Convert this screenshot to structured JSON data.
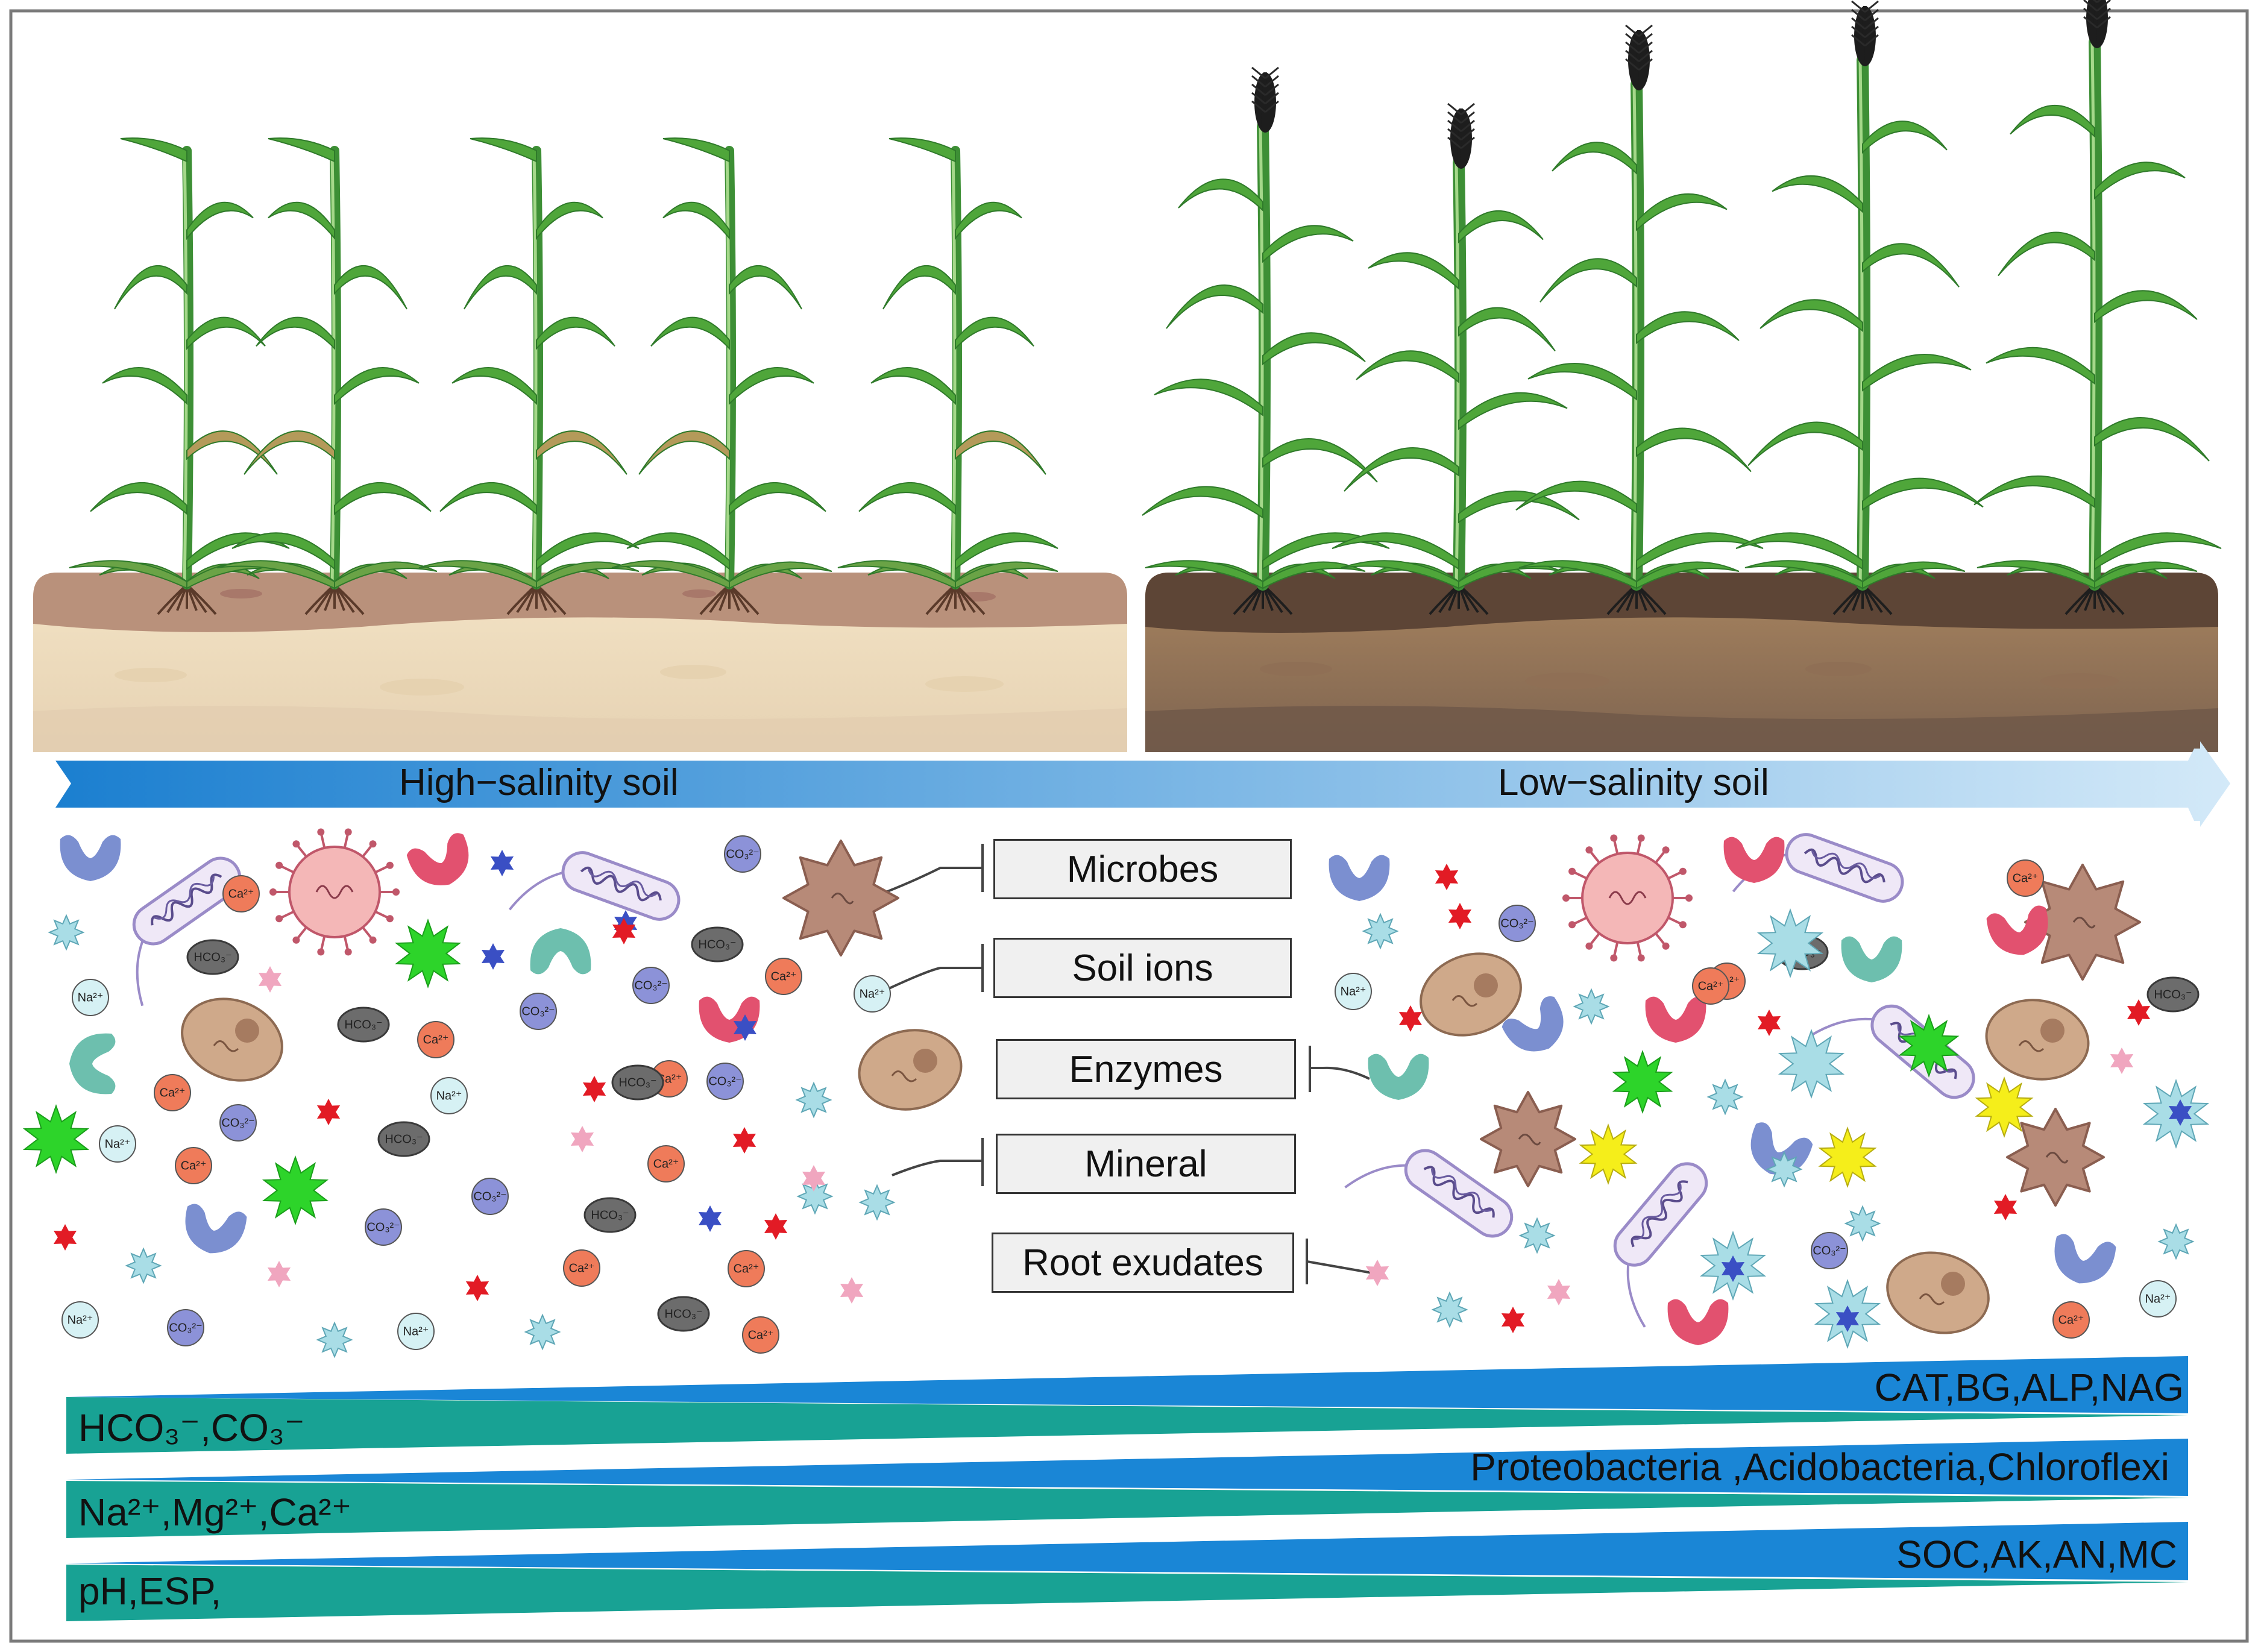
{
  "soil": {
    "high_label": "High−salinity soil",
    "low_label": "Low−salinity soil"
  },
  "legend": {
    "microbes": "Microbes",
    "soil_ions": "Soil ions",
    "enzymes": "Enzymes",
    "mineral": "Mineral",
    "root_exudates": "Root exudates"
  },
  "ions": {
    "ca": "Ca²⁺",
    "na": "Na²⁺",
    "hco3": "HCO₃⁻",
    "co3": "CO₃²⁻"
  },
  "wedges": {
    "enzymes": "CAT,BG,ALP,NAG",
    "carbonates": "HCO₃⁻,CO₃⁻",
    "phyla": "Proteobacteria ,Acidobacteria,Chloroflexi",
    "cations": "Na²⁺,Mg²⁺,Ca²⁺",
    "nutrients": "SOC,AK,AN,MC",
    "ph_esp": "pH,ESP,"
  },
  "colors": {
    "increase_wedge": "#1a86d6",
    "decrease_wedge": "#18a294",
    "arrow_start": "#1b7fd0",
    "arrow_end": "#cfe6f7",
    "high_soil_top": "#b9917b",
    "high_soil_sub": "#f0dcbb",
    "low_soil_top": "#5d4536",
    "low_soil_sub": "#9c7a5b",
    "leaf_green": "#4fa63a",
    "stem_green": "#3d8f35",
    "ca_ion": "#ef7b5a",
    "na_ion": "#d6f1f4",
    "co3_ion": "#8c92d8",
    "hco3_ion": "#6c6c6c",
    "enzyme_purple": "#7b8fd0",
    "enzyme_teal": "#6dbfae",
    "enzyme_pink": "#e2516f",
    "exudate_red": "#e21b25",
    "exudate_blue": "#3a4fc4",
    "exudate_pink": "#f0a6bf",
    "mineral_cyan": "#a9dde6",
    "mineral_green": "#2dd42a",
    "mineral_yellow": "#f5ee1a"
  }
}
